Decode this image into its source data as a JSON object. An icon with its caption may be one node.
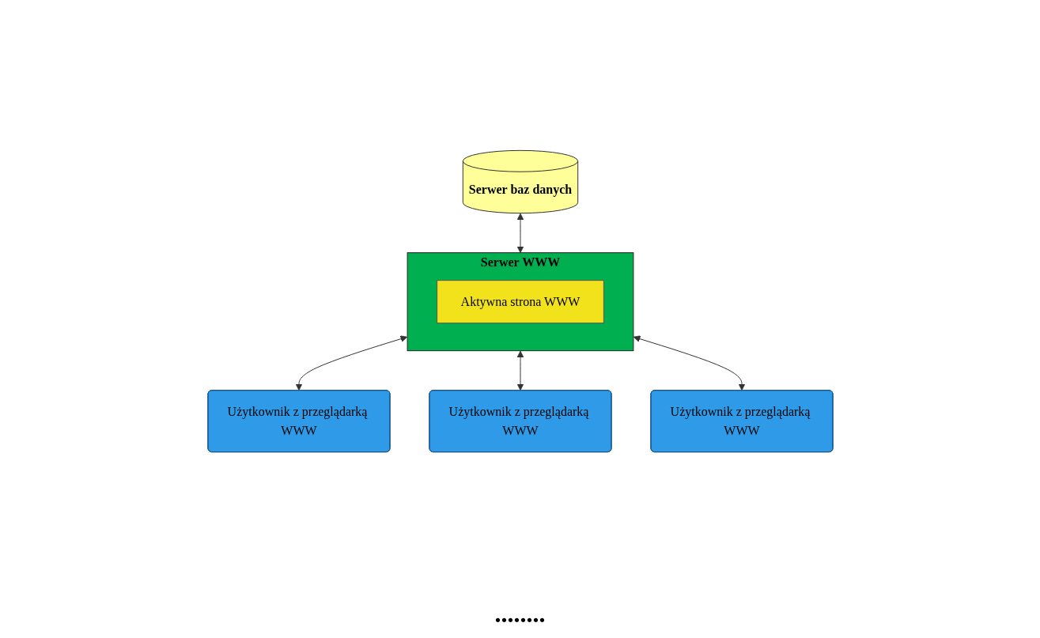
{
  "diagram": {
    "nodes": [
      {
        "text": [
          "Serwer baz danych"
        ]
      },
      {
        "text": [
          "Serwer WWW"
        ]
      },
      {
        "text": [
          "Aktywna strona WWW"
        ],
        "in": 1
      },
      {
        "text": [
          "Użytkownik z przeglądarką WWW"
        ]
      },
      {
        "text": [
          "Użytkownik z przeglądarką WWW"
        ]
      },
      {
        "text": [
          "Użytkownik z przeglądarką WWW"
        ]
      }
    ],
    "edges": [
      {
        "from": 0,
        "to": 1,
        "arrow": "both"
      },
      {
        "from": 1,
        "to": 3,
        "arrow": "both"
      },
      {
        "from": 1,
        "to": 4,
        "arrow": "both"
      },
      {
        "from": 1,
        "to": 5,
        "arrow": "both"
      }
    ],
    "labels": [
      "........"
    ]
  }
}
